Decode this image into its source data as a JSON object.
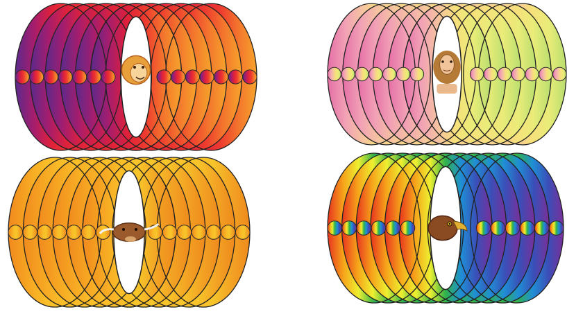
{
  "figures": [
    {
      "id": "lion",
      "face_name": "lion-face-icon",
      "palette": [
        "#5b2a8c",
        "#a51d6e",
        "#e0213a",
        "#ee3a2f",
        "#f3762d",
        "#f7a42c"
      ],
      "bead_color": "#f08a2a",
      "face_colors": {
        "main": "#e8a03a",
        "shade": "#b8621e",
        "light": "#f6d49a"
      }
    },
    {
      "id": "man",
      "face_name": "man-face-icon",
      "palette": [
        "#e56ea6",
        "#f1a0b6",
        "#f6c3a0",
        "#f7e07a",
        "#e9ec79",
        "#b8de6e"
      ],
      "bead_color": "#f5c08e",
      "face_colors": {
        "main": "#f2c49a",
        "shade": "#b57a36",
        "light": "#fbe4c8"
      }
    },
    {
      "id": "ox",
      "face_name": "ox-face-icon",
      "palette": [
        "#f08a1e",
        "#f6a422",
        "#f9bd28",
        "#f7c52a",
        "#f3a324",
        "#ee8a1c"
      ],
      "bead_color": "#f7b526",
      "face_colors": {
        "main": "#9a5a2c",
        "shade": "#5c3014",
        "light": "#d9a46a"
      }
    },
    {
      "id": "eagle",
      "face_name": "eagle-face-icon",
      "palette": [
        "#e8321e",
        "#f6a21a",
        "#eef030",
        "#2fb24a",
        "#1f8fd6",
        "#3a4fb8",
        "#7a2f9a"
      ],
      "bead_color": "#2fa8c8",
      "face_colors": {
        "main": "#8a4a22",
        "shade": "#4e2410",
        "light": "#e2b030"
      }
    }
  ]
}
